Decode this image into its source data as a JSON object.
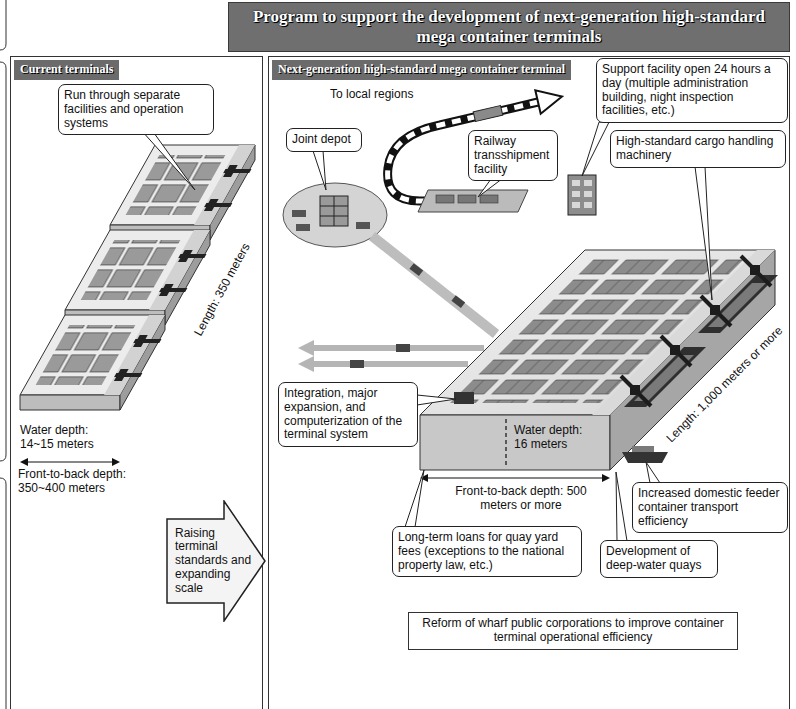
{
  "diagram": {
    "title": "Program to support the development of next-generation high-standard mega container terminals",
    "nodes": [
      {
        "text": [
          "Current terminals"
        ]
      },
      {
        "text": [
          "Run through separate facilities and operation systems"
        ],
        "in": 0
      },
      {
        "text": [
          "Raising terminal standards and expanding scale"
        ]
      },
      {
        "text": [
          "Next-generation high-standard mega container terminal"
        ]
      },
      {
        "text": [
          "Support facility open 24 hours a day (multiple administration building, night inspection facilities, etc.)"
        ],
        "in": 3
      },
      {
        "text": [
          "Railway transshipment facility"
        ],
        "in": 3
      },
      {
        "text": [
          "High-standard cargo handling machinery"
        ],
        "in": 3
      },
      {
        "text": [
          "Joint depot"
        ],
        "in": 3
      },
      {
        "text": [
          "Integration, major expansion, and computerization of the terminal system"
        ],
        "in": 3
      },
      {
        "text": [
          "Increased domestic feeder container transport efficiency"
        ],
        "in": 3
      },
      {
        "text": [
          "Long-term loans for quay yard fees (exceptions to the national property law, etc.)"
        ],
        "in": 3
      },
      {
        "text": [
          "Development of deep-water quays"
        ],
        "in": 3
      },
      {
        "text": [
          "Reform of wharf public corporations to improve container terminal operational efficiency"
        ],
        "in": 3
      }
    ],
    "labels": [
      "Water depth: 14~15 meters",
      "Length: 350 meters",
      "Front-to-back depth: 350~400 meters",
      "To local regions",
      "Water depth: 16 meters",
      "Length: 1,000 meters or more",
      "Front-to-back depth: 500 meters or more"
    ]
  }
}
